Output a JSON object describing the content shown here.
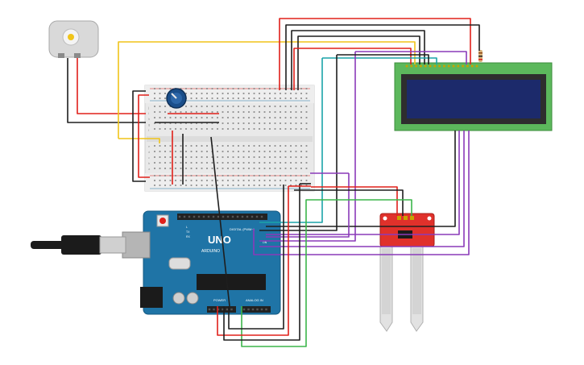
{
  "arduino": {
    "brand": "ARDUINO",
    "model": "UNO",
    "digital_label": "DIGITAL (PWM~)",
    "power_label": "POWER",
    "analog_label": "ANALOG IN",
    "on_label": "ON",
    "tx_label": "TX",
    "rx_label": "RX",
    "l_label": "L"
  },
  "breadboard": {
    "row_letters_top": [
      "j",
      "i",
      "h",
      "g",
      "f"
    ],
    "row_letters_bottom": [
      "e",
      "d",
      "c",
      "b",
      "a"
    ]
  },
  "colors": {
    "red": "#e0201a",
    "black": "#1e1e1e",
    "yellow": "#f0c419",
    "teal": "#1aa3a8",
    "purple": "#8a3ab9",
    "green": "#3bb54a",
    "arduino_board": "#1f74a6",
    "lcd_pcb": "#5cb85c",
    "lcd_screen": "#1c2a6b",
    "sensor_pcb": "#e0312b"
  },
  "icons": {
    "motor": "dc-motor-icon",
    "potentiometer": "potentiometer-icon",
    "usb": "usb-cable-icon",
    "resistor": "resistor-icon",
    "soil_sensor": "soil-moisture-sensor-icon"
  }
}
